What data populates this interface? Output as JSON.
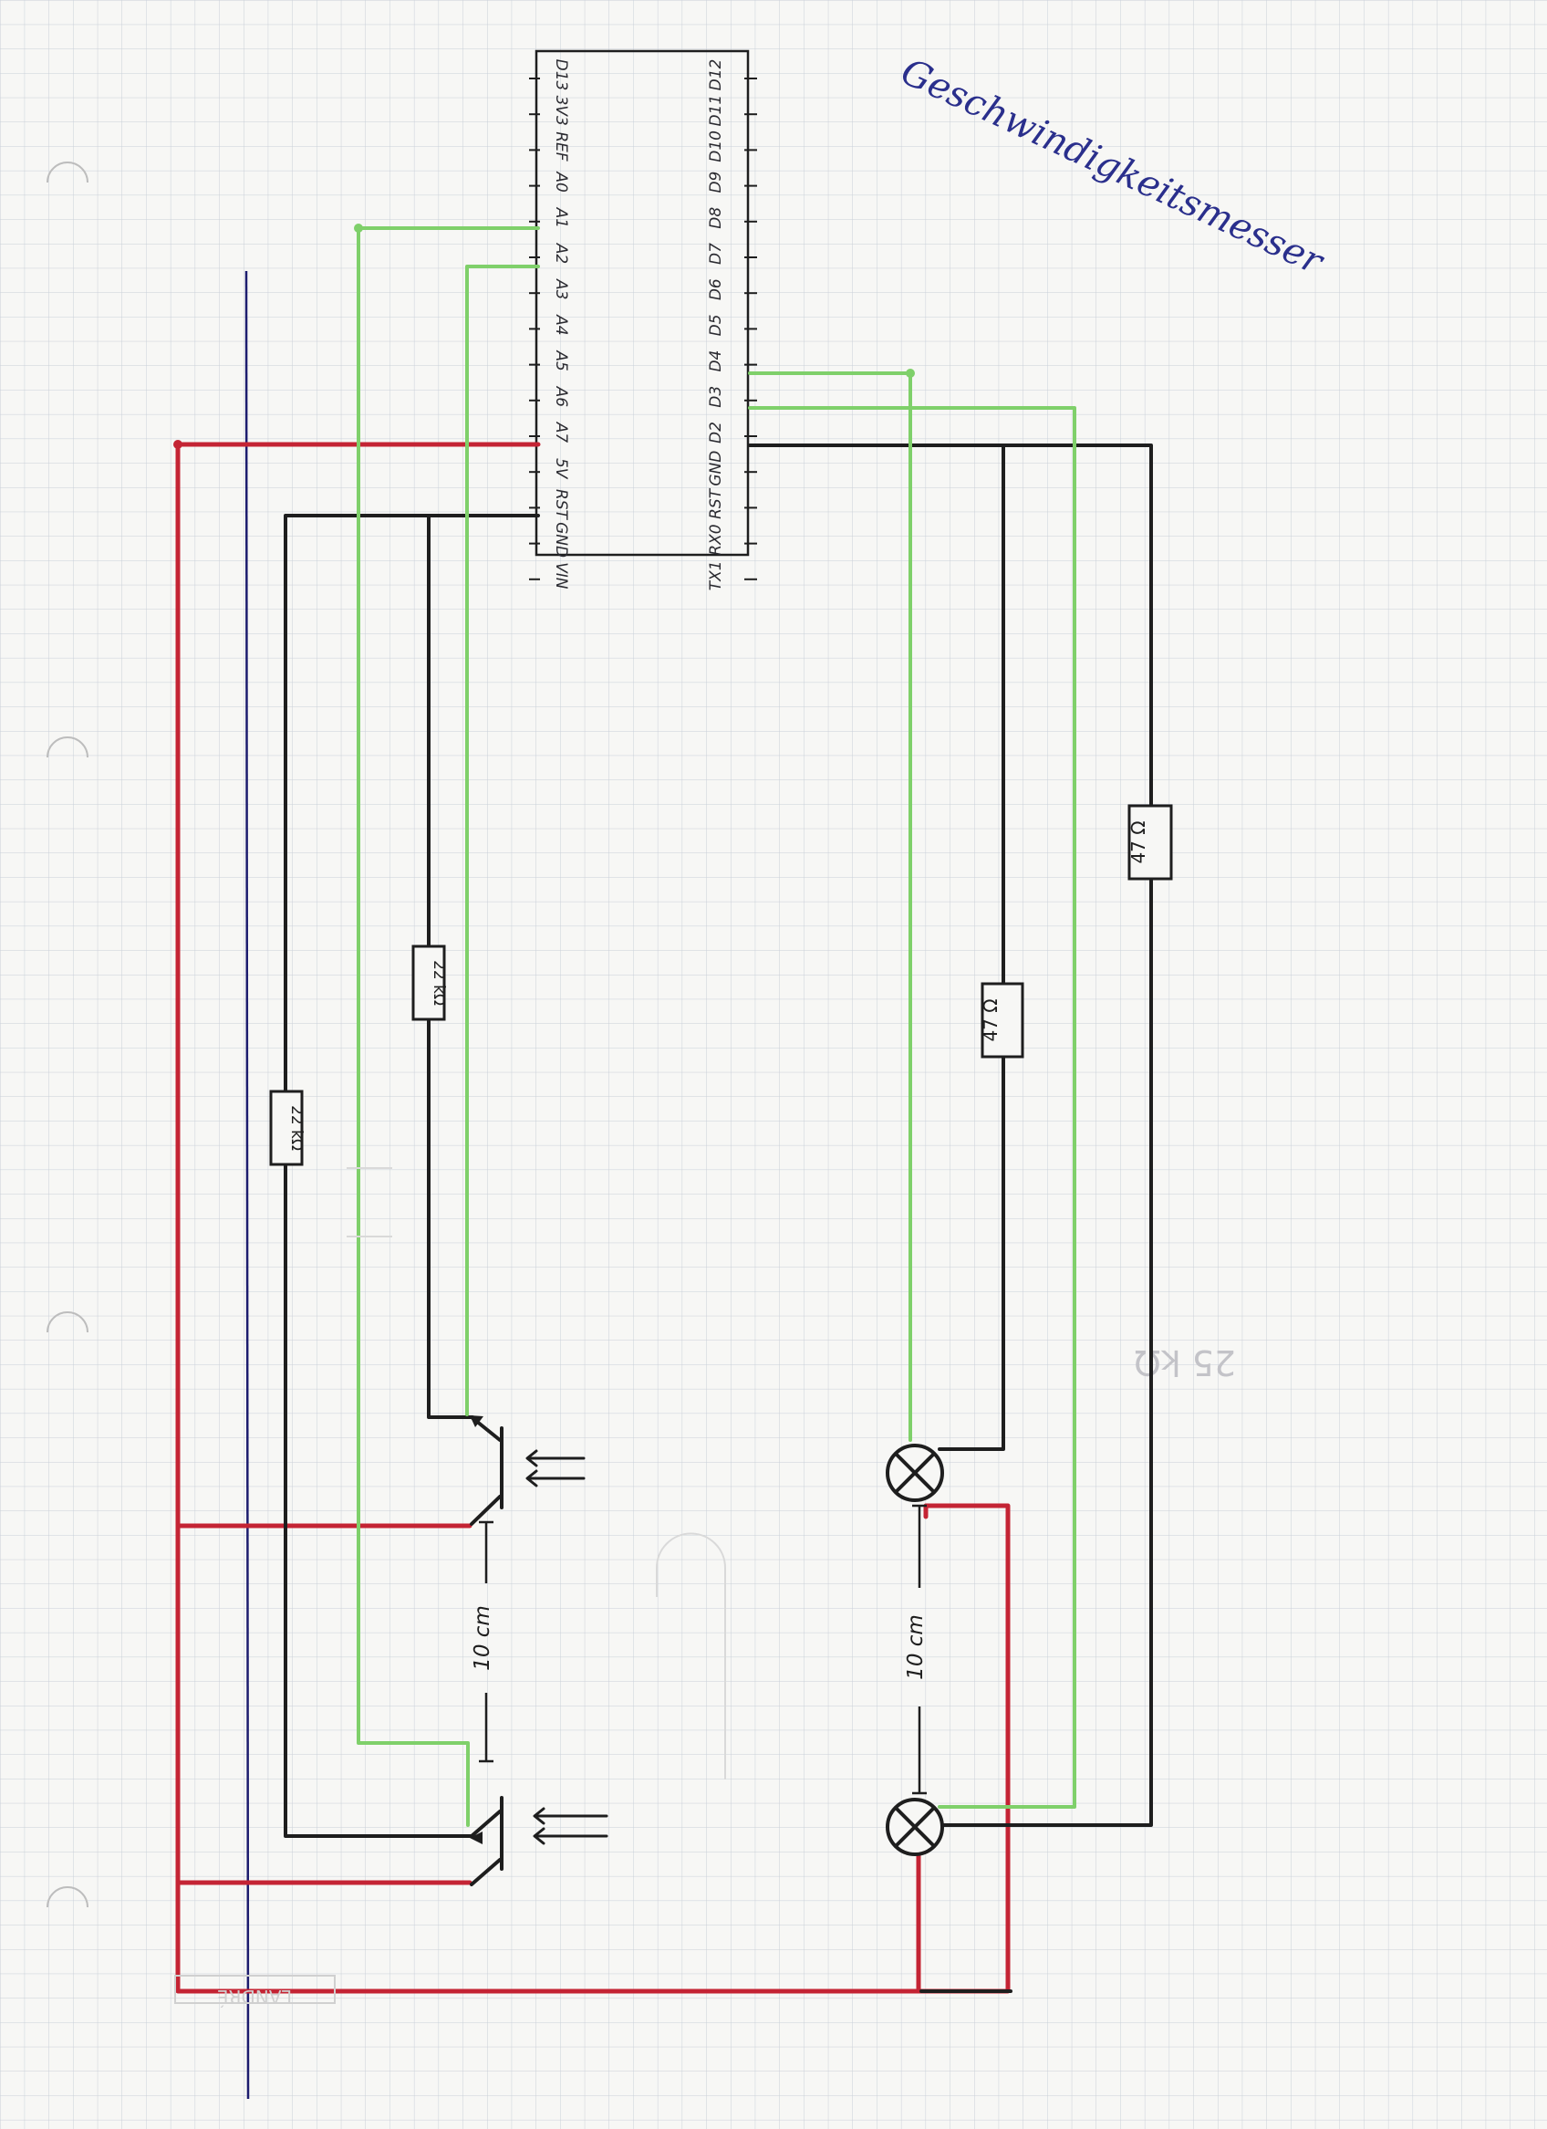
{
  "title": "Geschwindigkeitsmesser",
  "margin_note": "25 kΩ",
  "colors": {
    "paper": "#f7f7f5",
    "grid": "#c9cfd8",
    "black_wire": "#1e1e1e",
    "red_wire": "#c42434",
    "green_wire": "#7fd06a",
    "blue_line": "#1c1c6e",
    "title_ink": "#2a2f8c"
  },
  "arduino": {
    "left_pins": [
      "D13",
      "3V3",
      "REF",
      "A0",
      "A1",
      "A2",
      "A3",
      "A4",
      "A5",
      "A6",
      "A7",
      "5V",
      "RST",
      "GND",
      "VIN"
    ],
    "right_pins": [
      "D12",
      "D11",
      "D10",
      "D9",
      "D8",
      "D7",
      "D6",
      "D5",
      "D4",
      "D3",
      "D2",
      "GND",
      "RST",
      "RX0",
      "TX1"
    ]
  },
  "resistors": [
    {
      "id": "r1",
      "label": "22 kΩ"
    },
    {
      "id": "r2",
      "label": "22 kΩ"
    },
    {
      "id": "r3",
      "label": "47 Ω"
    },
    {
      "id": "r4",
      "label": "47 Ω"
    }
  ],
  "distances": [
    {
      "id": "d1",
      "label": "10 cm"
    },
    {
      "id": "d2",
      "label": "10 cm"
    }
  ],
  "stamp": "LANDRÉ"
}
